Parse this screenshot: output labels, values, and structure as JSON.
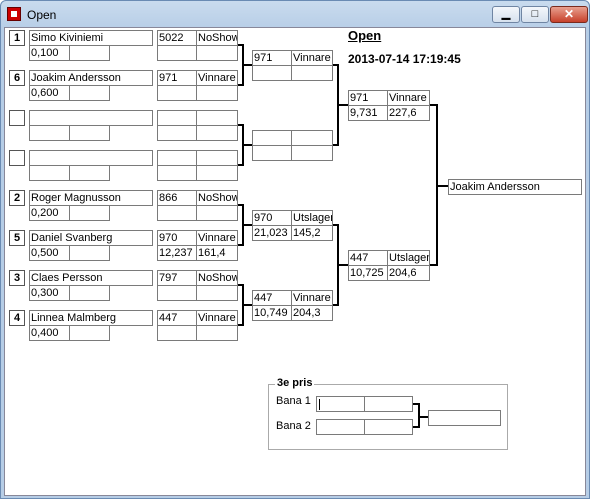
{
  "window": {
    "title": "Open"
  },
  "header": {
    "title": "Open",
    "datetime": "2013-07-14 17:19:45"
  },
  "round1": [
    {
      "seed": "1",
      "name": "Simo Kiviniemi",
      "rt": "0,100",
      "et": "",
      "num": "5022",
      "result": "NoShow",
      "r2": "",
      "r3": ""
    },
    {
      "seed": "6",
      "name": "Joakim Andersson",
      "rt": "0,600",
      "et": "",
      "num": "971",
      "result": "Vinnare",
      "r2": "",
      "r3": ""
    },
    {
      "seed": "",
      "name": "",
      "rt": "",
      "et": "",
      "num": "",
      "result": "",
      "r2": "",
      "r3": ""
    },
    {
      "seed": "",
      "name": "",
      "rt": "",
      "et": "",
      "num": "",
      "result": "",
      "r2": "",
      "r3": ""
    },
    {
      "seed": "2",
      "name": "Roger Magnusson",
      "rt": "0,200",
      "et": "",
      "num": "866",
      "result": "NoShow",
      "r2": "",
      "r3": ""
    },
    {
      "seed": "5",
      "name": "Daniel Svanberg",
      "rt": "0,500",
      "et": "",
      "num": "970",
      "result": "Vinnare",
      "r2": "12,237",
      "r3": "161,4"
    },
    {
      "seed": "3",
      "name": "Claes Persson",
      "rt": "0,300",
      "et": "",
      "num": "797",
      "result": "NoShow",
      "r2": "",
      "r3": ""
    },
    {
      "seed": "4",
      "name": "Linnea Malmberg",
      "rt": "0,400",
      "et": "",
      "num": "447",
      "result": "Vinnare",
      "r2": "",
      "r3": ""
    }
  ],
  "round2": [
    {
      "num": "971",
      "result": "Vinnare",
      "et": "",
      "speed": ""
    },
    {
      "num": "",
      "result": "",
      "et": "",
      "speed": ""
    },
    {
      "num": "970",
      "result": "Utslagen",
      "et": "21,023",
      "speed": "145,2"
    },
    {
      "num": "447",
      "result": "Vinnare",
      "et": "10,749",
      "speed": "204,3"
    }
  ],
  "semis": [
    {
      "num": "971",
      "result": "Vinnare",
      "et": "9,731",
      "speed": "227,6"
    },
    {
      "num": "447",
      "result": "Utslagen",
      "et": "10,725",
      "speed": "204,6"
    }
  ],
  "final": {
    "winner": "Joakim Andersson"
  },
  "third_place": {
    "label": "3e pris",
    "lane1_label": "Bana 1",
    "lane2_label": "Bana 2",
    "lane1_a": "",
    "lane1_b": "",
    "lane2_a": "",
    "lane2_b": "",
    "winner": ""
  },
  "icons": {
    "app": "app-icon",
    "minimize": "minimize-icon",
    "maximize": "maximize-icon",
    "close": "close-icon"
  }
}
